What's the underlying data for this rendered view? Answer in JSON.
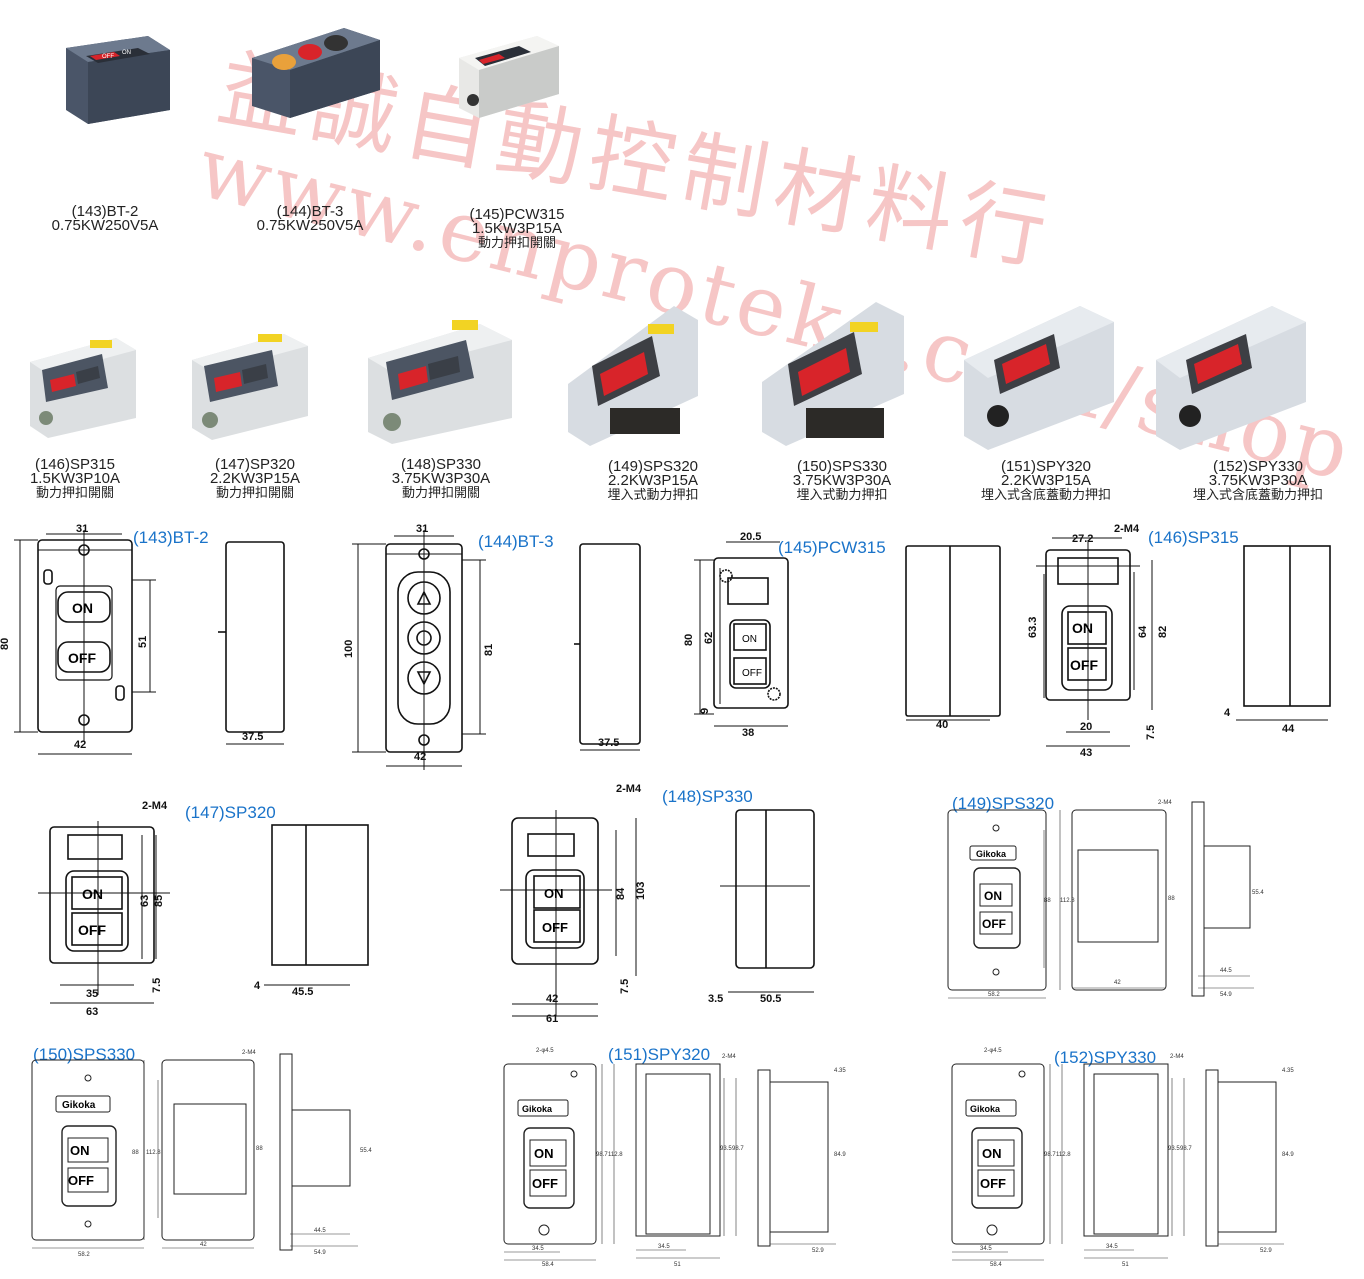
{
  "watermark": {
    "line1": "益誠自動控制材料行",
    "line2": "www.enproteko.com/shop"
  },
  "products_row1": [
    {
      "code": "(143)BT-2",
      "rating": "0.75KW250V5A",
      "desc": ""
    },
    {
      "code": "(144)BT-3",
      "rating": "0.75KW250V5A",
      "desc": ""
    },
    {
      "code": "(145)PCW315",
      "rating": "1.5KW3P15A",
      "desc": "動力押扣開關"
    }
  ],
  "products_row2": [
    {
      "code": "(146)SP315",
      "rating": "1.5KW3P10A",
      "desc": "動力押扣開關"
    },
    {
      "code": "(147)SP320",
      "rating": "2.2KW3P15A",
      "desc": "動力押扣開關"
    },
    {
      "code": "(148)SP330",
      "rating": "3.75KW3P30A",
      "desc": "動力押扣開關"
    },
    {
      "code": "(149)SPS320",
      "rating": "2.2KW3P15A",
      "desc": "埋入式動力押扣"
    },
    {
      "code": "(150)SPS330",
      "rating": "3.75KW3P30A",
      "desc": "埋入式動力押扣"
    },
    {
      "code": "(151)SPY320",
      "rating": "2.2KW3P15A",
      "desc": "埋入式含底蓋動力押扣"
    },
    {
      "code": "(152)SPY330",
      "rating": "3.75KW3P30A",
      "desc": "埋入式含底蓋動力押扣"
    }
  ],
  "photo_labels": {
    "on": "ON",
    "off": "OFF",
    "brand": "Gikoka"
  },
  "drawings": {
    "bt2": {
      "title": "(143)BT-2",
      "w_top": "31",
      "h": "80",
      "inner": "51",
      "w_bottom": "42",
      "depth": "37.5",
      "on": "ON",
      "off": "OFF"
    },
    "bt3": {
      "title": "(144)BT-3",
      "w_top": "31",
      "h": "100",
      "inner": "81",
      "w_bottom": "42",
      "depth": "37.5"
    },
    "pcw315": {
      "title": "(145)PCW315",
      "w_top": "20.5",
      "h": "80",
      "inner": "62",
      "offset": "9",
      "w_bottom": "38",
      "depth": "40",
      "on": "ON",
      "off": "OFF"
    },
    "sp315": {
      "title": "(146)SP315",
      "m4": "2-M4",
      "w_top": "27.2",
      "h1": "63.3",
      "h2": "64",
      "h3": "82",
      "w1": "20",
      "w2": "43",
      "b": "7.5",
      "depth": "44",
      "d2": "4",
      "on": "ON",
      "off": "OFF"
    },
    "sp320": {
      "title": "(147)SP320",
      "m4": "2-M4",
      "h1": "63",
      "h2": "85",
      "w1": "35",
      "w2": "63",
      "b": "7.5",
      "d1": "4",
      "depth": "45.5",
      "on": "ON",
      "off": "OFF"
    },
    "sp330": {
      "title": "(148)SP330",
      "m4": "2-M4",
      "h1": "84",
      "h2": "103",
      "w1": "42",
      "w2": "61",
      "b": "7.5",
      "d1": "3.5",
      "depth": "50.5",
      "on": "ON",
      "off": "OFF"
    },
    "sps320": {
      "title": "(149)SPS320",
      "m4": "2-M4",
      "h1": "88",
      "h2": "112.8",
      "w": "58.2",
      "w2": "42",
      "h3": "88",
      "d": "55.4",
      "d1": "44.5",
      "d2": "54.9",
      "brand": "Gikoka",
      "on": "ON",
      "off": "OFF"
    },
    "sps330": {
      "title": "(150)SPS330",
      "m4": "2-M4",
      "h1": "88",
      "h2": "112.8",
      "w": "58.2",
      "w2": "42",
      "h3": "88",
      "d": "55.4",
      "d1": "44.5",
      "d2": "54.9",
      "brand": "Gikoka",
      "on": "ON",
      "off": "OFF"
    },
    "spy320": {
      "title": "(151)SPY320",
      "phi": "2-φ4.5",
      "m4": "2-M4",
      "h1": "98.7",
      "h2": "112.8",
      "w1": "34.5",
      "w2": "58.4",
      "h3": "93.5",
      "h4": "98.7",
      "w3": "34.5",
      "w4": "51",
      "top": "4.35",
      "d": "84.9",
      "d2": "52.9",
      "brand": "Gikoka",
      "on": "ON",
      "off": "OFF"
    },
    "spy330": {
      "title": "(152)SPY330",
      "phi": "2-φ4.5",
      "m4": "2-M4",
      "h1": "98.7",
      "h2": "112.8",
      "w1": "34.5",
      "w2": "58.4",
      "h3": "93.5",
      "h4": "98.7",
      "w3": "34.5",
      "w4": "51",
      "top": "4.35",
      "d": "84.9",
      "d2": "52.9",
      "brand": "Gikoka",
      "on": "ON",
      "off": "OFF"
    }
  },
  "colors": {
    "title_blue": "#1a73c9",
    "button_red": "#d8242a",
    "box_gray": "#5a6678",
    "box_light": "#dfe3e6",
    "watermark": "#f6c6c6"
  }
}
